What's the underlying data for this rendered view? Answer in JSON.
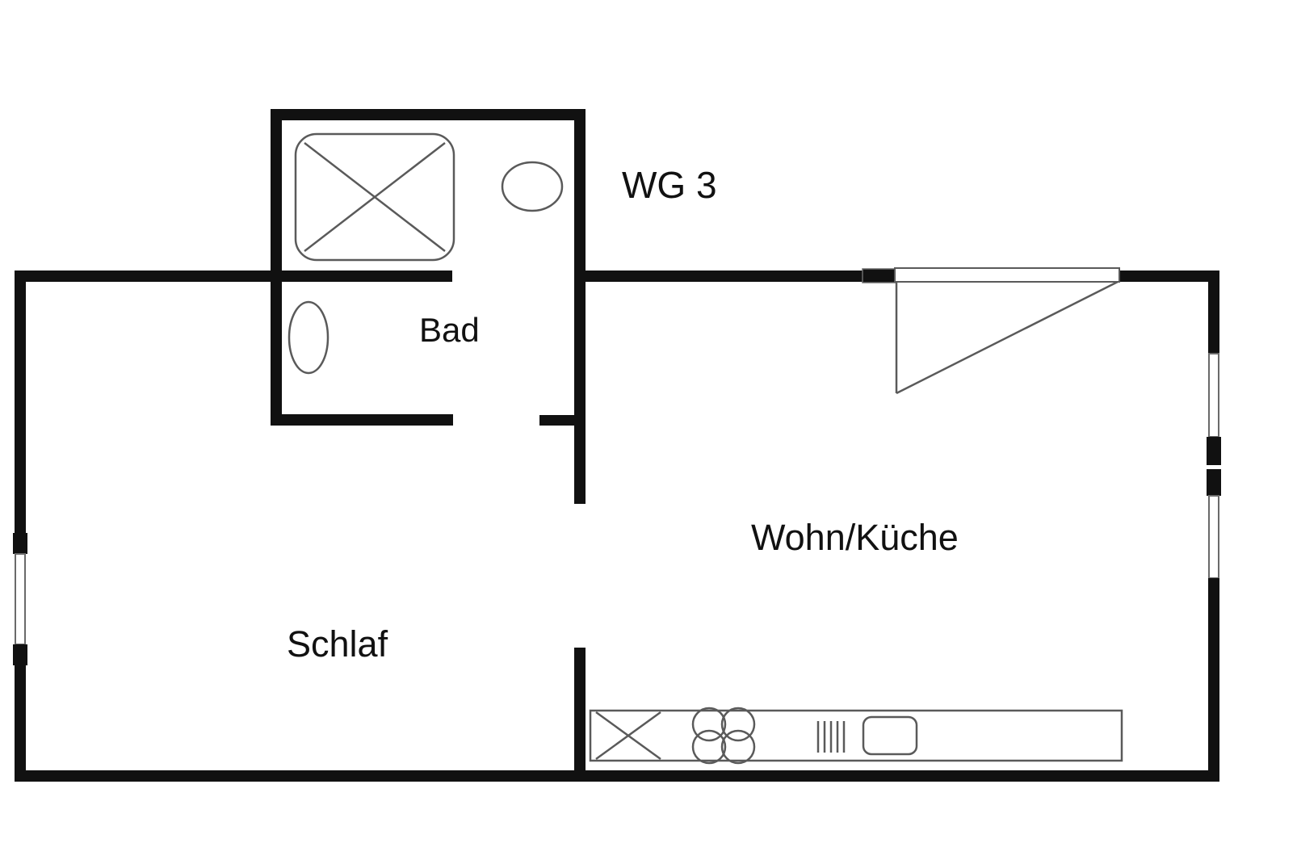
{
  "plan": {
    "title": "WG 3",
    "unit_label": "WG 3",
    "labels": {
      "wg3": "WG 3",
      "bad": "Bad",
      "wohn_kueche": "Wohn/Küche",
      "schlaf": "Schlaf"
    },
    "colors": {
      "wall": "#111111",
      "fixture_outline": "#555555",
      "background": "#ffffff",
      "window_fill": "#ffffff",
      "text": "#111111"
    },
    "rooms": [
      {
        "name": "WG 3",
        "kind": "unit-label"
      },
      {
        "name": "Bad",
        "kind": "bathroom"
      },
      {
        "name": "Wohn/Küche",
        "kind": "living-kitchen"
      },
      {
        "name": "Schlaf",
        "kind": "bedroom"
      }
    ],
    "fixtures": [
      {
        "name": "shower-tray",
        "room": "Bad",
        "shape": "rounded-rect-with-x"
      },
      {
        "name": "sink-basin",
        "room": "Bad",
        "shape": "ellipse"
      },
      {
        "name": "toilet",
        "room": "Bad",
        "shape": "ellipse"
      },
      {
        "name": "entry-door",
        "room": "Wohn/Küche",
        "shape": "door-swing"
      },
      {
        "name": "kitchen-counter",
        "room": "Wohn/Küche",
        "shape": "long-rect"
      },
      {
        "name": "appliance-x",
        "room": "Wohn/Küche",
        "shape": "rect-with-x"
      },
      {
        "name": "cooktop-four-burner",
        "room": "Wohn/Küche",
        "shape": "four-circles"
      },
      {
        "name": "drainboard-grooves",
        "room": "Wohn/Küche",
        "shape": "five-lines"
      },
      {
        "name": "kitchen-sink",
        "room": "Wohn/Küche",
        "shape": "rounded-rect"
      }
    ],
    "openings": [
      {
        "name": "window-left",
        "wall": "left",
        "count": 1
      },
      {
        "name": "window-right-upper",
        "wall": "right",
        "count": 1
      },
      {
        "name": "window-right-lower",
        "wall": "right",
        "count": 1
      },
      {
        "name": "door-bedroom",
        "wall": "interior-vertical",
        "count": 1
      },
      {
        "name": "door-bathroom",
        "wall": "bathroom-south",
        "count": 1
      }
    ]
  }
}
